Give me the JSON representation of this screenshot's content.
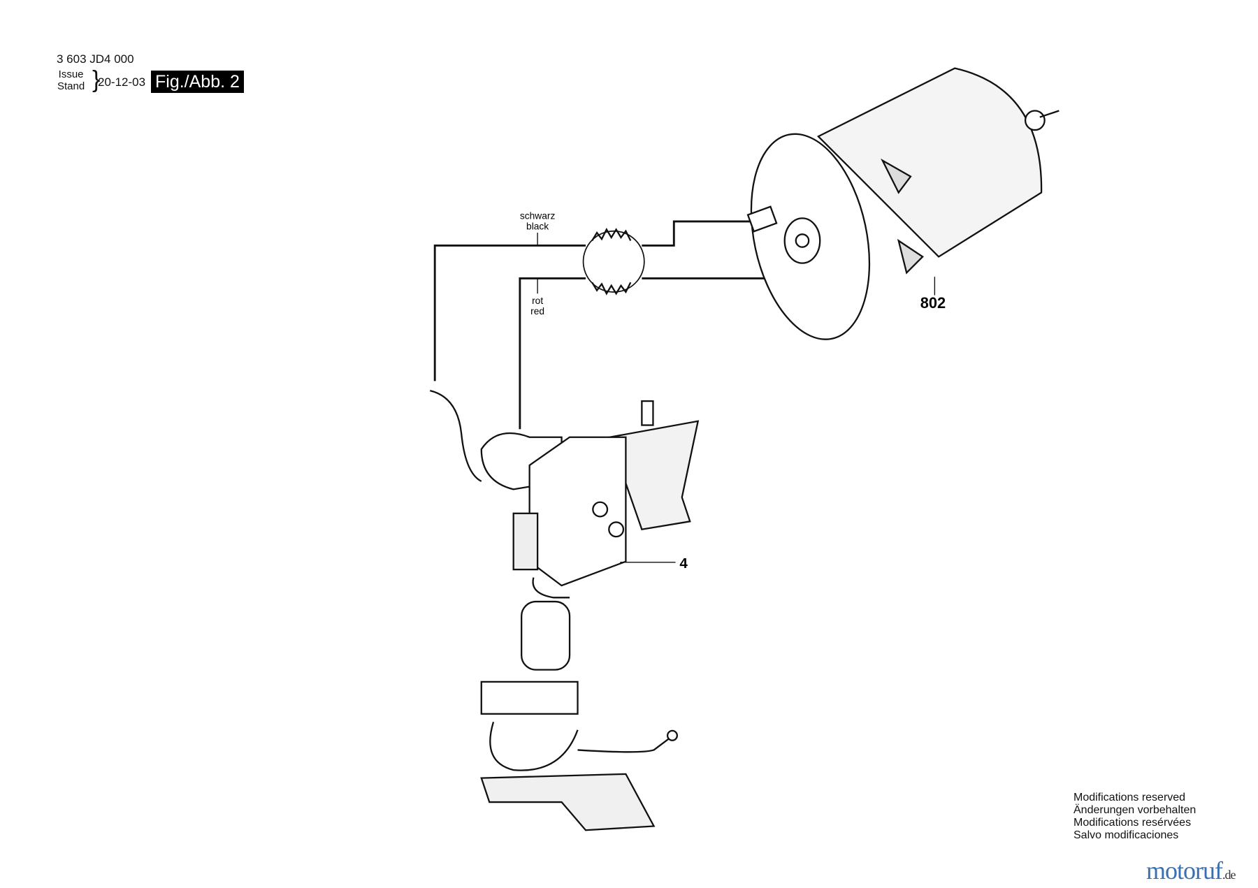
{
  "header": {
    "part_number": "3 603 JD4 000",
    "issue_label": "Issue",
    "stand_label": "Stand",
    "date": "20-12-03",
    "figure": "Fig./Abb. 2"
  },
  "diagram": {
    "wire_black": {
      "de": "schwarz",
      "en": "black"
    },
    "wire_red": {
      "de": "rot",
      "en": "red"
    },
    "callouts": [
      "802",
      "4"
    ]
  },
  "footer": {
    "notes": [
      "Modifications reserved",
      "Änderungen vorbehalten",
      "Modifications resérvées",
      "Salvo modificaciones"
    ],
    "logo": "motoruf",
    "logo_tld": ".de"
  }
}
